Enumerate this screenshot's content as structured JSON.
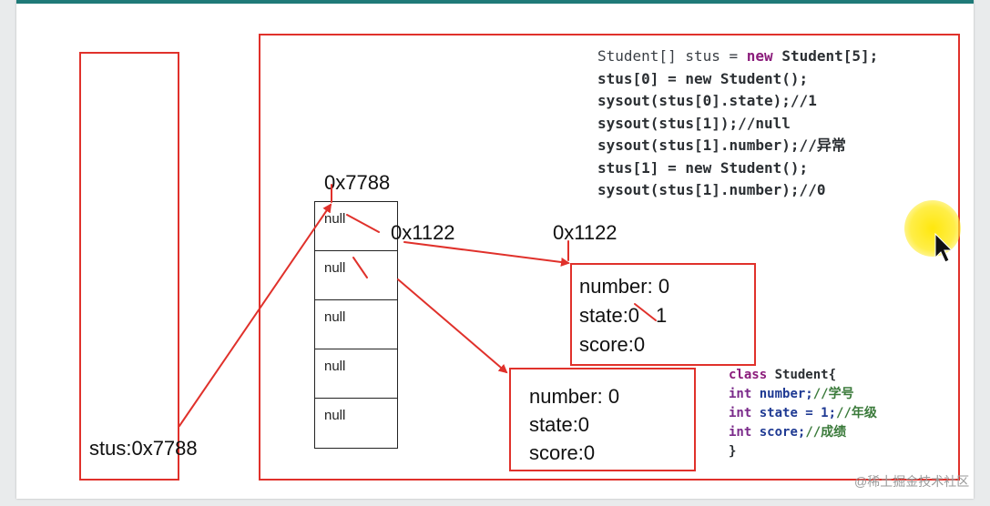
{
  "stack_label": "stus:0x7788",
  "array": {
    "address": "0x7788",
    "cells": [
      "null",
      "null",
      "null",
      "null",
      "null"
    ],
    "pointer_label": "0x1122"
  },
  "student0": {
    "address": "0x1122",
    "lines": [
      "number: 0",
      "state:0",
      "score:0"
    ],
    "state_new_value": "1"
  },
  "student1": {
    "lines": [
      "number: 0",
      "state:0",
      "score:0"
    ]
  },
  "code": {
    "l1_type": "Student[]",
    "l1_var": "stus =",
    "l1_new": "new",
    "l1_rest": "Student[5];",
    "lines": [
      "stus[0] = new Student();",
      "sysout(stus[0].state);//1",
      "sysout(stus[1]);//null",
      "sysout(stus[1].number);//异常",
      "stus[1] = new Student();",
      "sysout(stus[1].number);//0"
    ]
  },
  "class_code": {
    "l1_kw": "class",
    "l1_name": "Student{",
    "l2_type": "int",
    "l2_field": "number;",
    "l2_comment": "//学号",
    "l3_type": "int",
    "l3_field": "state = 1;",
    "l3_comment": "//年级",
    "l4_type": "int",
    "l4_field": "score;",
    "l4_comment": "//成绩",
    "l5": "}"
  },
  "watermark": "@稀土掘金技术社区",
  "colors": {
    "accent_red": "#e0312b",
    "top_bar": "#1f7a78",
    "keyword": "#8b1c7b"
  }
}
